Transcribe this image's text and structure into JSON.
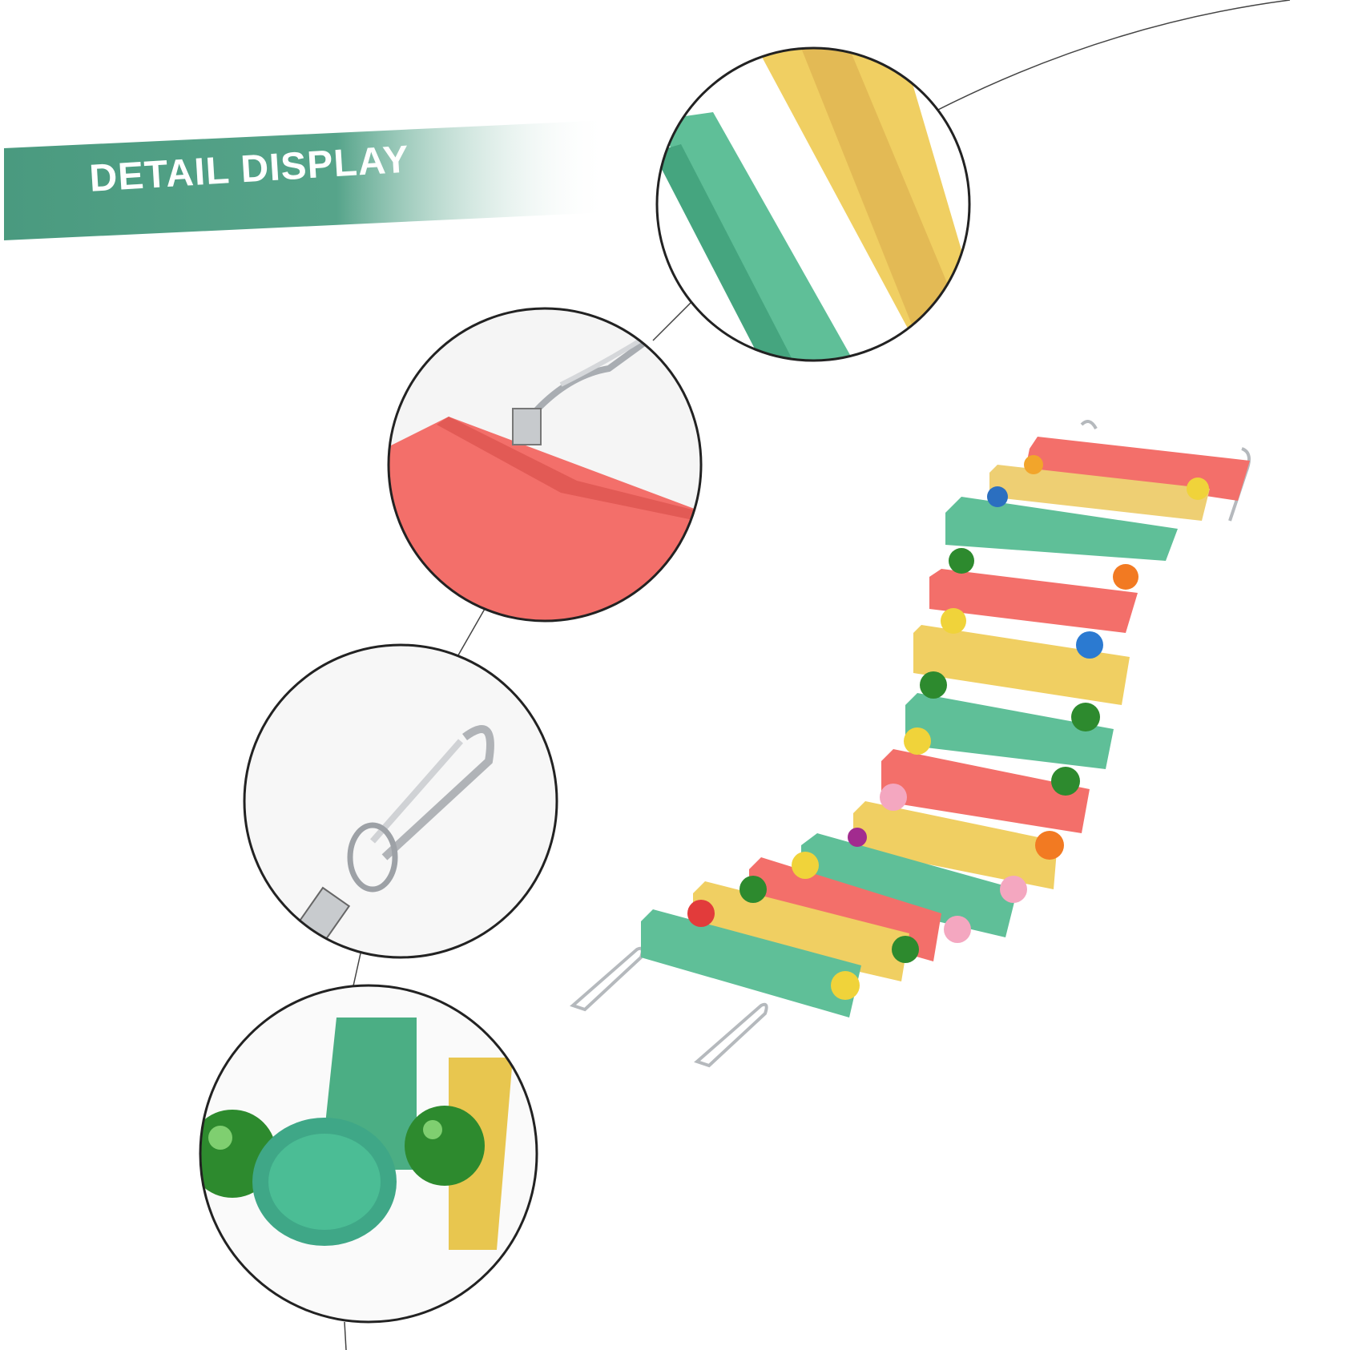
{
  "banner": {
    "label": "DETAIL DISPLAY",
    "color": "#4a9a7f"
  },
  "palette": {
    "pink": "#f36f6a",
    "yellow": "#f2cd5c",
    "teal": "#5fbf98",
    "green_bead": "#2d8a2e",
    "metal": "#b9bcc0",
    "outline": "#333333"
  },
  "detail_circles": [
    {
      "name": "detail-circle-rungs",
      "subject": "yellow-and-teal-rungs"
    },
    {
      "name": "detail-circle-clasp-on-rung",
      "subject": "hook-on-pink-rung"
    },
    {
      "name": "detail-circle-clasp",
      "subject": "snap-hook"
    },
    {
      "name": "detail-circle-rung-end",
      "subject": "teal-rung-with-green-beads"
    }
  ],
  "product": {
    "name": "rainbow-ladder-bridge",
    "rung_colors": [
      "pink",
      "yellow",
      "teal",
      "pink",
      "yellow",
      "teal",
      "pink",
      "yellow",
      "teal",
      "pink",
      "yellow",
      "teal"
    ]
  }
}
